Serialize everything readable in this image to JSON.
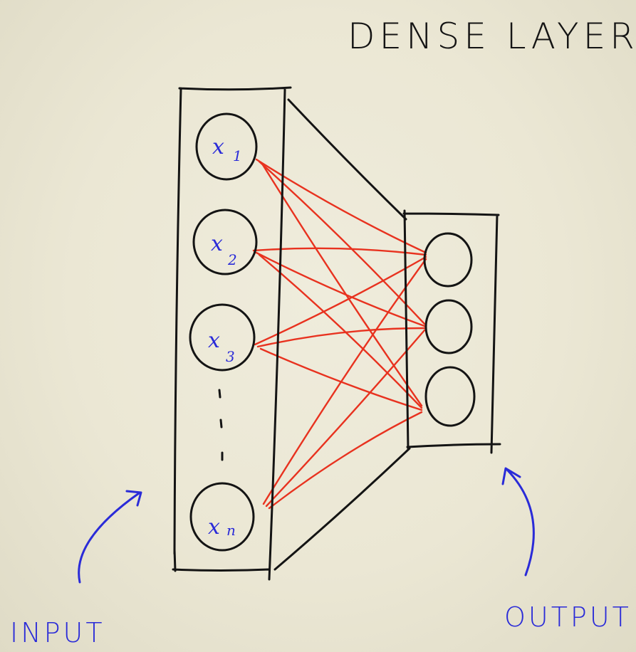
{
  "title": "DENSE LAYER",
  "input_layer": {
    "label": "INPUT",
    "nodes": [
      {
        "name": "x",
        "sub": "1"
      },
      {
        "name": "x",
        "sub": "2"
      },
      {
        "name": "x",
        "sub": "3"
      },
      {
        "name": "x",
        "sub": "n"
      }
    ]
  },
  "output_layer": {
    "label": "OUTPUT",
    "node_count": 3
  },
  "colors": {
    "background": "#ebe7d4",
    "ink": "#141414",
    "connections": "#e8321f",
    "labels": "#2a2bd8"
  }
}
